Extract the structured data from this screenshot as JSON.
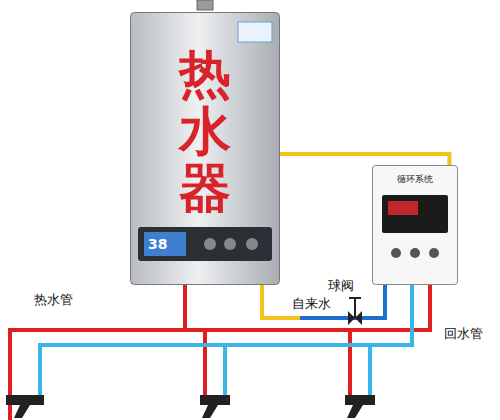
{
  "diagram": {
    "nodes": [
      {
        "text": [
          "热水器"
        ]
      },
      {
        "text": [
          "循环系统"
        ]
      }
    ],
    "edges": [
      {
        "from": 0,
        "to": 1,
        "arrow": "none"
      }
    ],
    "labels": [
      "热水管",
      "自来水",
      "球阀",
      "回水管",
      "38"
    ]
  }
}
